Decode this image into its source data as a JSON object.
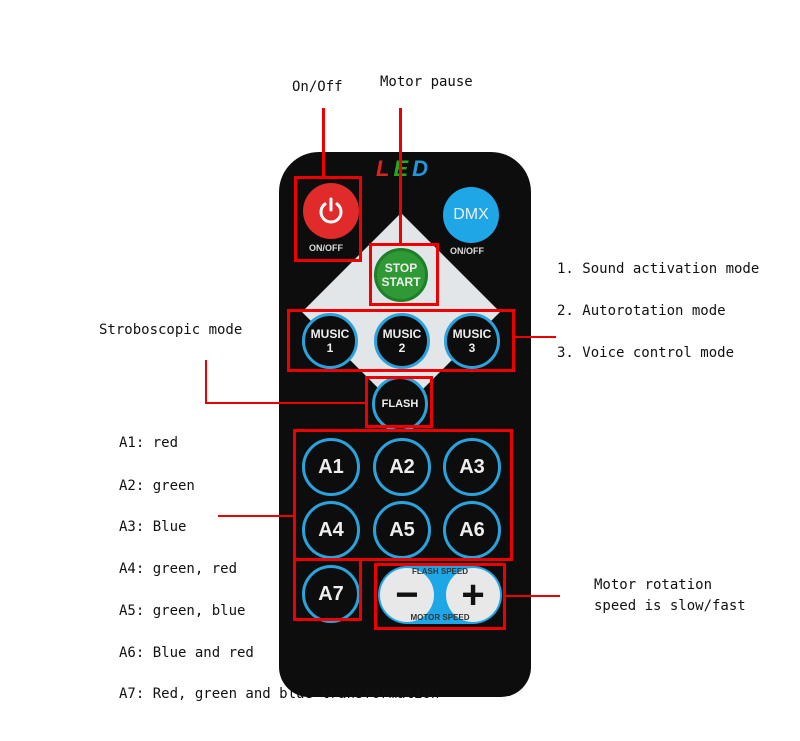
{
  "callouts": {
    "on_off": "On/Off",
    "motor_pause": "Motor pause",
    "music_modes": [
      "1. Sound activation mode",
      "2. Autorotation mode",
      "3. Voice control mode"
    ],
    "strobe": "Stroboscopic mode",
    "colors": [
      "A1: red",
      "A2: green",
      "A3: Blue",
      "A4: green, red",
      "A5: green, blue",
      "A6: Blue and red",
      "A7: Red, green and blue transformation"
    ],
    "speed": [
      "Motor rotation",
      "speed is slow/fast"
    ]
  },
  "remote": {
    "logo": [
      "L",
      "E",
      "D"
    ],
    "power_label": "ON/OFF",
    "dmx": "DMX",
    "dmx_label": "ON/OFF",
    "stop": "STOP",
    "start": "START",
    "music": [
      [
        "MUSIC",
        "1"
      ],
      [
        "MUSIC",
        "2"
      ],
      [
        "MUSIC",
        "3"
      ]
    ],
    "flash": "FLASH",
    "a_buttons": [
      "A1",
      "A2",
      "A3",
      "A4",
      "A5",
      "A6",
      "A7"
    ],
    "flash_speed": "FLASH SPEED",
    "motor_speed": "MOTOR SPEED",
    "minus": "−",
    "plus": "+"
  },
  "colors": {
    "highlight": "#e00000",
    "power": "#e12a2a",
    "dmx": "#1fa6e6",
    "stop": "#2f9a35"
  }
}
